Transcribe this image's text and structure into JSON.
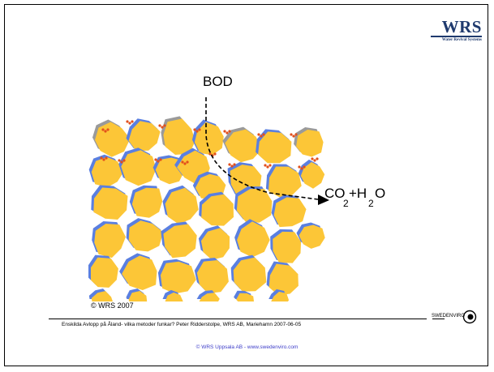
{
  "logo": {
    "word": "WRS",
    "subtitle": "Water Revival Systems"
  },
  "diagram": {
    "input_label": "BOD",
    "output_co2": "CO",
    "output_co2_sub": "2",
    "output_plus": "+H",
    "output_o": "O",
    "output_h2_sub": "2",
    "image_credit": "© WRS 2007"
  },
  "footer": {
    "caption": "Enskilda Avlopp på Åland- vilka metoder funkar? Peter Ridderstolpe, WRS AB, Mariehamn 2007-06-05",
    "copyright": "© WRS Uppsala AB - www.swedenviro.com",
    "brand_text": "SWEDENVIRO"
  },
  "colors": {
    "grain": "#fcc637",
    "biofilm": "#5a7fe0",
    "grey_film": "#9a9a9a",
    "bacteria": "#e2501c",
    "logo_blue": "#1f3a6e",
    "link": "#3c3cc8"
  }
}
